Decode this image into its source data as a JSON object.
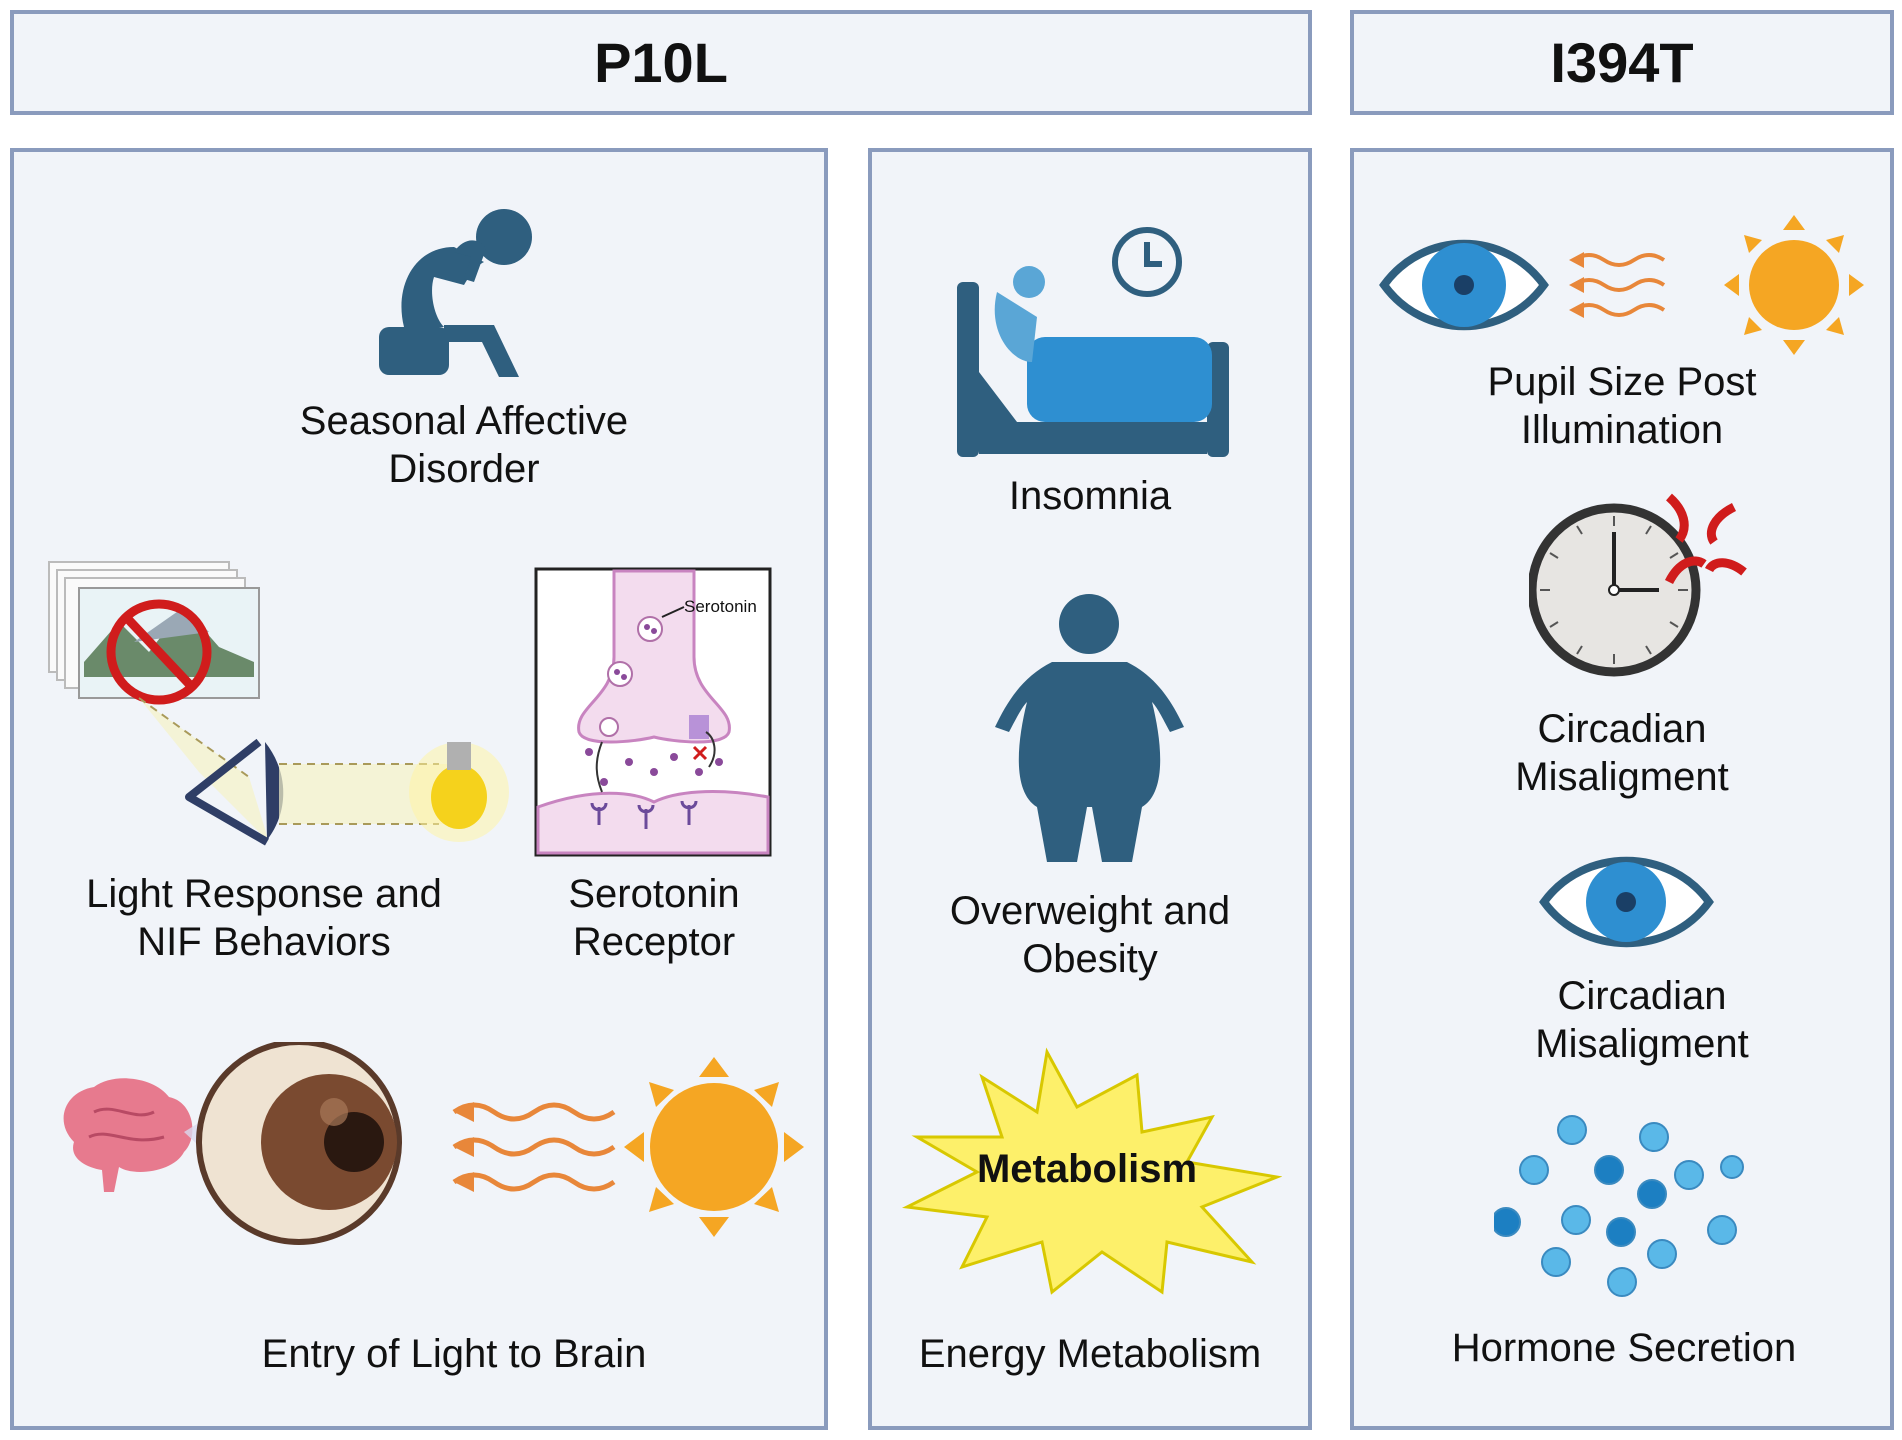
{
  "headers": {
    "left": "P10L",
    "right": "I394T"
  },
  "panel_a": {
    "seasonal": "Seasonal Affective\nDisorder",
    "light_response": "Light Response and\nNIF Behaviors",
    "serotonin": "Serotonin\nReceptor",
    "serotonin_tag": "Serotonin",
    "entry": "Entry of Light to Brain"
  },
  "panel_b": {
    "insomnia": "Insomnia",
    "obesity": "Overweight and\nObesity",
    "metabolism_word": "Metabolism",
    "energy": "Energy Metabolism"
  },
  "panel_c": {
    "pupil": "Pupil Size Post\nIllumination",
    "circadian1": "Circadian\nMisaligment",
    "circadian2": "Circadian\nMisaligment",
    "hormone": "Hormone Secretion"
  },
  "colors": {
    "panel_bg": "#f1f4f9",
    "border": "#8a9bbd",
    "figure_blue": "#2f5f7f",
    "sun": "#f5a623",
    "wave": "#e8873a",
    "eye_blue": "#2e8fd1"
  }
}
